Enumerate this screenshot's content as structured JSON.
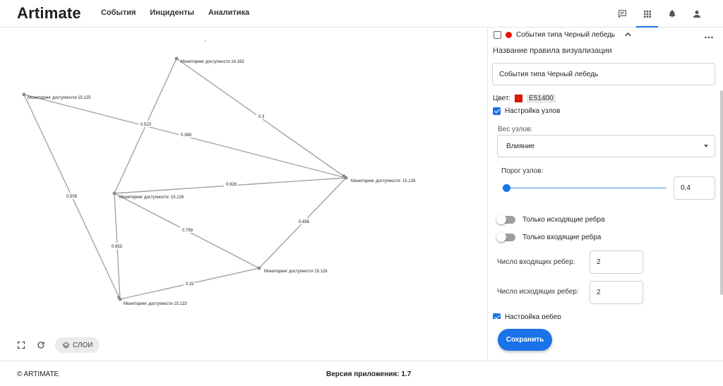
{
  "app": {
    "logo": "Artimate"
  },
  "nav": [
    {
      "label": "События"
    },
    {
      "label": "Инциденты"
    },
    {
      "label": "Аналитика"
    }
  ],
  "graph": {
    "nodes": [
      {
        "id": "n1",
        "label": "Мониторинг доступности 14.163"
      },
      {
        "id": "n2",
        "label": "Мониторинг доступности 15.125"
      },
      {
        "id": "n3",
        "label": "Мониторинг доступности: 15.126"
      },
      {
        "id": "n4",
        "label": "Мониторинг доступности: 15.126"
      },
      {
        "id": "n5",
        "label": "Мониторинг доступности 15.126"
      },
      {
        "id": "n6",
        "label": "Мониторинг доступности 15.123"
      }
    ],
    "edges": [
      {
        "from": "n1",
        "to": "n3",
        "weight": "0.3"
      },
      {
        "from": "n1",
        "to": "n4",
        "weight": "0.523"
      },
      {
        "from": "n2",
        "to": "n3",
        "weight": "0.389"
      },
      {
        "from": "n2",
        "to": "n6",
        "weight": "0.508"
      },
      {
        "from": "n4",
        "to": "n3",
        "weight": "0.928"
      },
      {
        "from": "n4",
        "to": "n5",
        "weight": "0.759"
      },
      {
        "from": "n4",
        "to": "n6",
        "weight": "0.953"
      },
      {
        "from": "n3",
        "to": "n5",
        "weight": "0.656"
      },
      {
        "from": "n6",
        "to": "n5",
        "weight": "0.32"
      }
    ],
    "tools": {
      "layers_label": "СЛОИ"
    }
  },
  "panel": {
    "rule_title": "События типа Черный лебедь",
    "rule_color": "#e51400",
    "name_label": "Название правила визуализации",
    "name_value": "События типа Черный лебедь",
    "color_label": "Цвет:",
    "color_hex": "E51400",
    "node_settings_label": "Настройка узлов",
    "node_weight_label": "Вес узлов:",
    "node_weight_value": "Влияние",
    "node_threshold_label": "Порог узлов:",
    "node_threshold_value": "0,4",
    "outgoing_only_label": "Только исходящие ребра",
    "incoming_only_label": "Только входящие ребра",
    "incoming_count_label": "Число входящих ребер:",
    "incoming_count_value": "2",
    "outgoing_count_label": "Число исходящих ребер:",
    "outgoing_count_value": "2",
    "edge_settings_label": "Настройка ребер",
    "save_label": "Сохранить"
  },
  "footer": {
    "copyright": "© ARTIMATE",
    "version_label": "Версия приложения:",
    "version_value": "1.7"
  }
}
